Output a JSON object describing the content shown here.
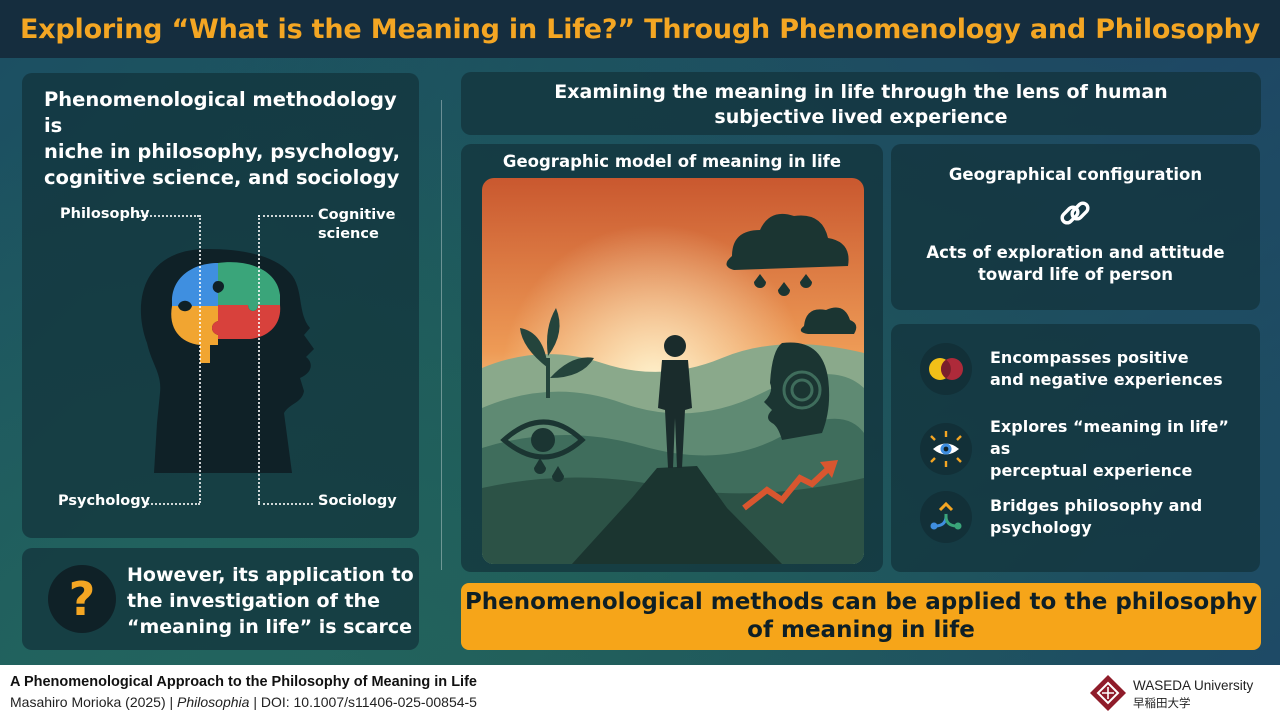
{
  "header": {
    "title": "Exploring “What is the Meaning in Life?” Through Phenomenology and Philosophy"
  },
  "left_panel": {
    "intro_line1": "Phenomenological methodology is",
    "intro_line2": "niche in philosophy, psychology,",
    "intro_line3": "cognitive science, and sociology",
    "labels": {
      "philosophy": "Philosophy",
      "cognitive1": "Cognitive",
      "cognitive2": "science",
      "psychology": "Psychology",
      "sociology": "Sociology"
    },
    "question_mark": "?",
    "scarce_line1": "However, its application to",
    "scarce_line2": "the investigation of the",
    "scarce_line3": "“meaning in life” is scarce"
  },
  "right_panel": {
    "lens_line1": "Examining the meaning in life through the lens of human",
    "lens_line2": "subjective lived experience",
    "model_title": "Geographic model of meaning in life",
    "config_title": "Geographical configuration",
    "config_line1": "Acts of exploration and attitude",
    "config_line2": "toward life of person",
    "features": [
      {
        "line1": "Encompasses positive",
        "line2": "and negative experiences",
        "icon": "venn-circles-icon"
      },
      {
        "line1": "Explores “meaning in life” as",
        "line2": "perceptual experience",
        "icon": "eye-icon"
      },
      {
        "line1": "Bridges philosophy and",
        "line2": "psychology",
        "icon": "bridge-arrow-icon"
      }
    ],
    "conclusion_line1": "Phenomenological methods can be applied to the philosophy",
    "conclusion_line2": "of meaning in life"
  },
  "footer": {
    "paper_title": "A Phenomenological Approach to the Philosophy of Meaning in Life",
    "citation_author": "Masahiro Morioka (2025) | ",
    "citation_journal": "Philosophia",
    "citation_doi": " | DOI: 10.1007/s11406-025-00854-5",
    "university_en": "WASEDA University",
    "university_jp": "早稲田大学"
  },
  "colors": {
    "accent_orange": "#f4a623",
    "header_bg": "#152d3e",
    "panel_bg": "#12323a"
  }
}
